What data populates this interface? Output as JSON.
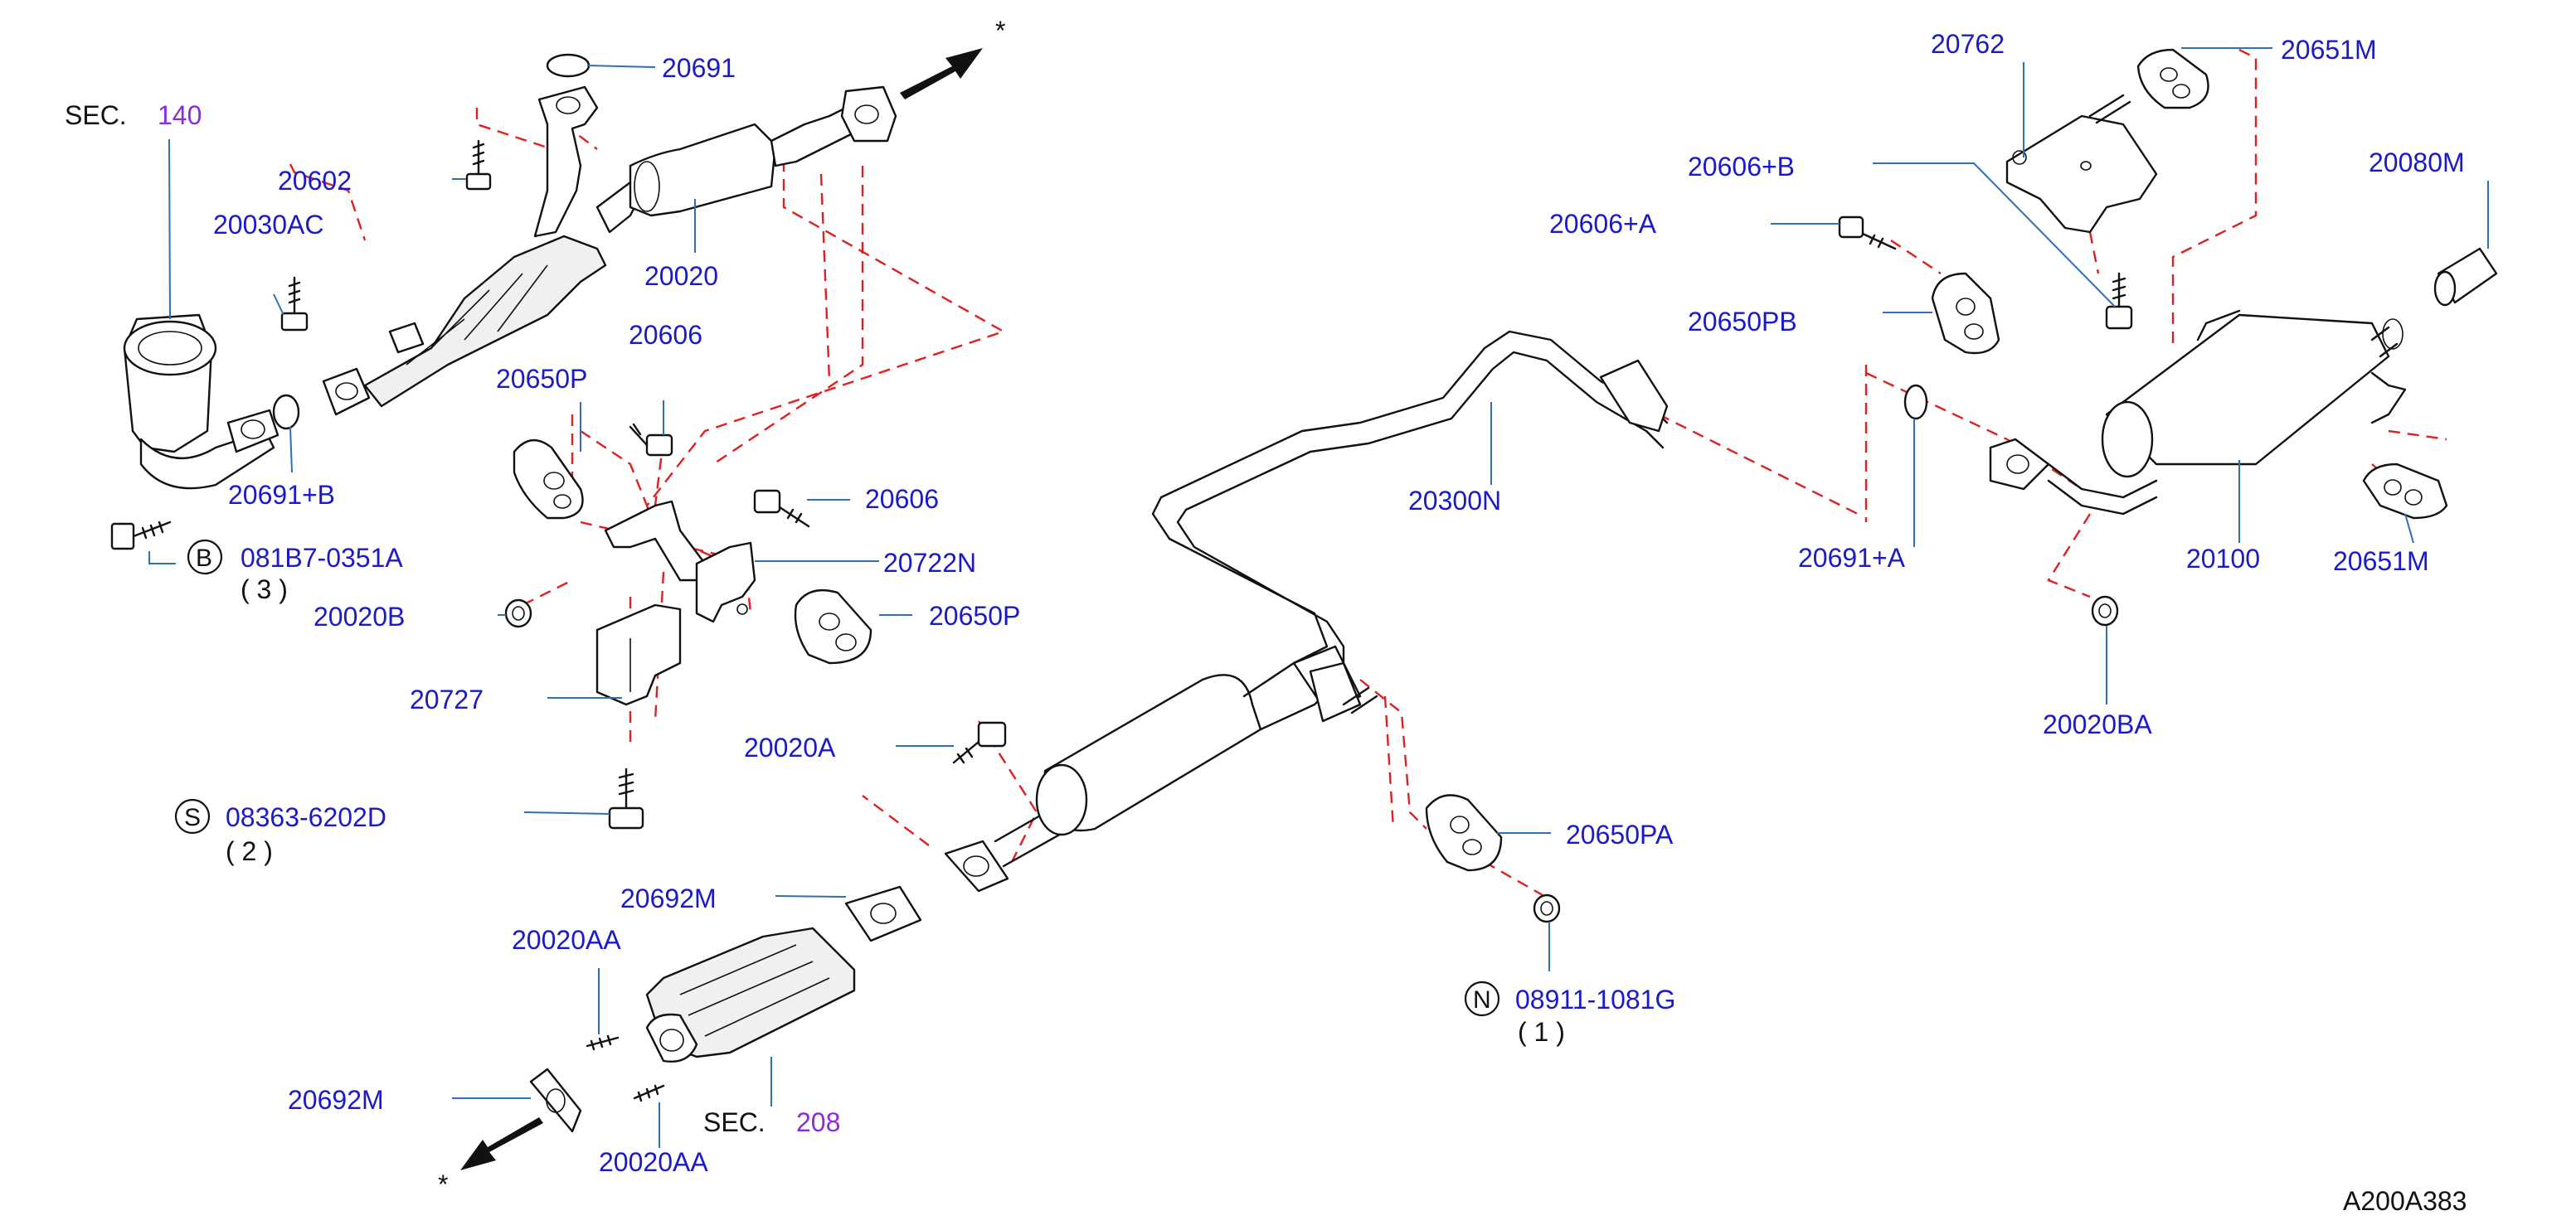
{
  "labels": {
    "p20691": "20691",
    "sec140_prefix": "SEC.",
    "sec140_num": "140",
    "p20602": "20602",
    "p20030AC": "20030AC",
    "p20020": "20020",
    "p20606_top": "20606",
    "p20650P_top": "20650P",
    "p20691B": "20691+B",
    "p20606_mid": "20606",
    "p081B7": "081B7-0351A",
    "p081B7_qty": "( 3 )",
    "p20722N": "20722N",
    "p20020B": "20020B",
    "p20650P_mid": "20650P",
    "p20727": "20727",
    "p20020A": "20020A",
    "p08363": "08363-6202D",
    "p08363_qty": "( 2 )",
    "p20692M_top": "20692M",
    "p20020AA_top": "20020AA",
    "p20692M_bot": "20692M",
    "sec208_prefix": "SEC.",
    "sec208_num": "208",
    "p20020AA_bot": "20020AA",
    "p20300N": "20300N",
    "p20650PA": "20650PA",
    "p08911": "08911-1081G",
    "p08911_qty": "( 1 )",
    "p20762": "20762",
    "p20651M_top": "20651M",
    "p20606A": "20606+A",
    "p20606B": "20606+B",
    "p20080M": "20080M",
    "p20650PB": "20650PB",
    "p20691A": "20691+A",
    "p20100": "20100",
    "p20651M_bot": "20651M",
    "p20020BA": "20020BA",
    "star_top": "*",
    "star_bot": "*",
    "diagram_code": "A200A383"
  },
  "badges": {
    "bolt": "B",
    "screw": "S",
    "nut": "N"
  },
  "colors": {
    "part_number": "#1a1acc",
    "section_ref": "#8a2be2",
    "leader": "#2d6fb8",
    "assembly_dash": "#e02020",
    "outline": "#111111"
  }
}
